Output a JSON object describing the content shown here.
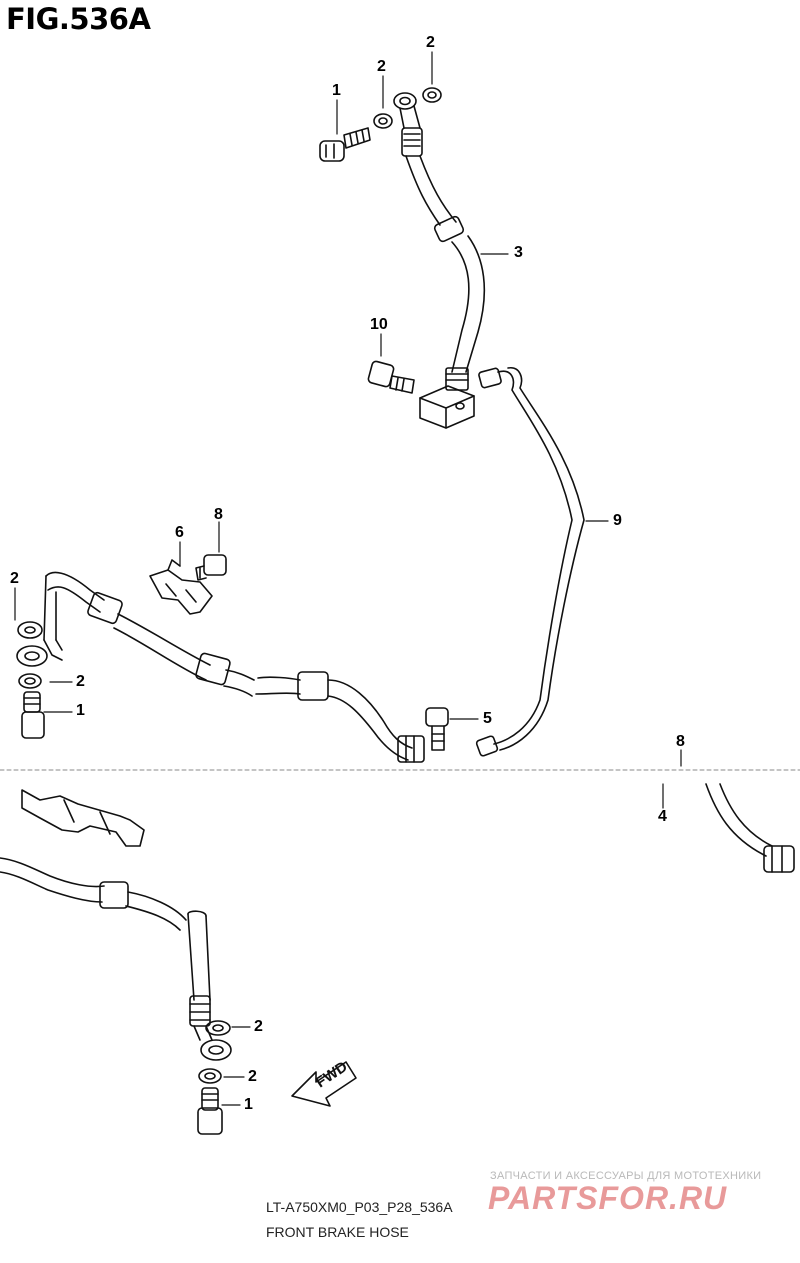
{
  "figure": {
    "title": "FIG.536A",
    "drawing_code": "LT-A750XM0_P03_P28_536A",
    "drawing_name": "FRONT BRAKE HOSE"
  },
  "callouts": {
    "c1": "1",
    "c2": "2",
    "c3": "3",
    "c4": "4",
    "c5": "5",
    "c6": "6",
    "c8": "8",
    "c9": "9",
    "c10": "10"
  },
  "direction_marker": "FWD",
  "watermark": {
    "tagline": "ЗАПЧАСТИ И АКСЕССУАРЫ ДЛЯ МОТОТЕХНИКИ",
    "site": "PARTSFOR.RU"
  },
  "colors": {
    "line": "#111111",
    "watermark_red": "#e89a9a",
    "watermark_grey": "#b9b9b9"
  }
}
